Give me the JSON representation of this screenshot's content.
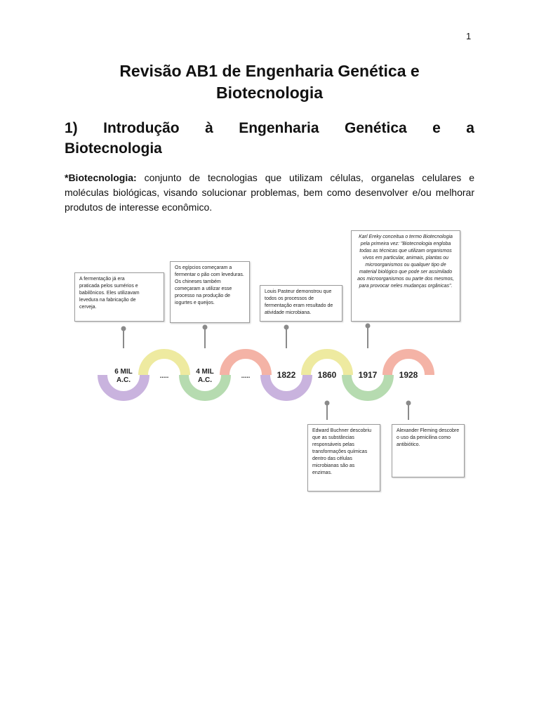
{
  "page_number": "1",
  "title_line1": "Revisão AB1 de Engenharia Genética e",
  "title_line2": "Biotecnologia",
  "heading": {
    "words": [
      "1)",
      "Introdução",
      "à",
      "Engenharia",
      "Genética",
      "e",
      "a"
    ],
    "line2": "Biotecnologia"
  },
  "definition": {
    "term": "*Biotecnologia:",
    "text": " conjunto de tecnologias que utilizam células, organelas celulares e moléculas biológicas, visando solucionar problemas, bem como desenvolver e/ou melhorar produtos de interesse econômico."
  },
  "timeline": {
    "nodes": [
      {
        "label": "6 MIL A.C.",
        "color": "#c9b3de",
        "arc": "bottom"
      },
      {
        "label": ".....",
        "color": "#eeeaa0",
        "arc": "top"
      },
      {
        "label": "4 MIL A.C.",
        "color": "#b6dbb0",
        "arc": "bottom"
      },
      {
        "label": ".....",
        "color": "#f4b3a6",
        "arc": "top"
      },
      {
        "label": "1822",
        "color": "#c9b3de",
        "arc": "bottom"
      },
      {
        "label": "1860",
        "color": "#eeeaa0",
        "arc": "top"
      },
      {
        "label": "1917",
        "color": "#b6dbb0",
        "arc": "bottom"
      },
      {
        "label": "1928",
        "color": "#f4b3a6",
        "arc": "top"
      }
    ],
    "cards": {
      "c1": "A fermentação já era praticada pelos sumérios e babilônicos. Eles utilizavam levedura na fabricação de cerveja.",
      "c2": "Os egípcios começaram a fermentar o pão com leveduras. Os chineses também começaram a utilizar esse processo na produção de iogurtes e queijos.",
      "c3": "Louis Pasteur demonstrou que todos os processos de fermentação eram resultado de atividade microbiana.",
      "c4": "Karl Ereky conceitua o termo Biotecnologia pela primeira vez: \"Biotecnologia engloba todas as técnicas que utilizam organismos vivos em particular, animais, plantas ou microorganismos ou qualquer tipo de material biológico que pode ser assimilado aos microorganismos ou parte dos mesmos, para provocar neles mudanças orgânicas\".",
      "c5": "Edward Buchner descobriu que as substâncias responsáveis pelas transformações químicas dentro das células microbianas são as enzimas.",
      "c6": "Alexander Fleming descobre o uso da penicilina como antibiótico."
    }
  }
}
